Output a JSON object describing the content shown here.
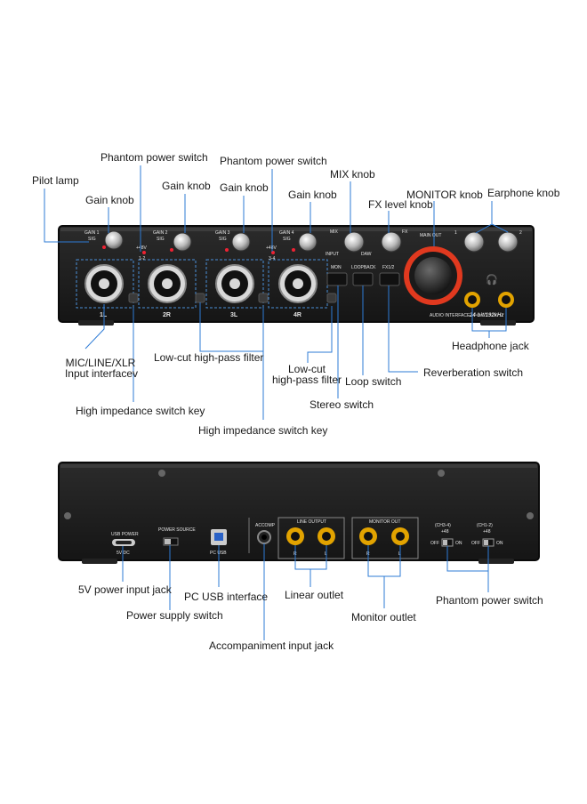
{
  "front_panel": {
    "callouts": {
      "pilot_lamp": "Pilot lamp",
      "gain_knob_1": "Gain knob",
      "phantom_power_switch_1": "Phantom power switch",
      "gain_knob_2": "Gain knob",
      "phantom_power_switch_2": "Phantom power switch",
      "gain_knob_3": "Gain knob",
      "gain_knob_4": "Gain knob",
      "mix_knob": "MIX knob",
      "fx_level_knob": "FX level knob",
      "monitor_knob": "MONITOR knob",
      "earphone_knob": "Earphone knob",
      "mic_line_xlr_line1": "MIC/LINE/XLR",
      "mic_line_xlr_line2": "Input interfacev",
      "high_impedance_switch_key_1": "High impedance switch key",
      "low_cut_filter_1": "Low-cut high-pass filter",
      "low_cut_filter_2_line1": "Low-cut",
      "low_cut_filter_2_line2": "high-pass filter",
      "loop_switch": "Loop switch",
      "reverberation_switch": "Reverberation switch",
      "stereo_switch": "Stereo switch",
      "high_impedance_switch_key_2": "High impedance switch key",
      "headphone_jack": "Headphone jack"
    },
    "panel_text": {
      "gain1": "GAIN 1",
      "gain2": "GAIN 2",
      "gain3": "GAIN 3",
      "gain4": "GAIN 4",
      "sig": "SIG",
      "plus48v": "+48V",
      "ch12": "1-2",
      "ch34": "3-4",
      "ch_1l": "1L",
      "ch_2r": "2R",
      "ch_3l": "3L",
      "ch_4r": "4R",
      "mix": "MIX",
      "input": "INPUT",
      "daw": "DAW",
      "fx": "FX",
      "mon": "MON",
      "loopback": "LOOPBACK",
      "fx12": "FX1/2",
      "main_out": "MAIN OUT",
      "hp1": "1",
      "hp2": "2",
      "audio_interface": "AUDIO INTERFACE",
      "spec": "24-bit/192kHz"
    }
  },
  "rear_panel": {
    "callouts": {
      "power_input_5v": "5V power input jack",
      "pc_usb_interface": "PC USB interface",
      "power_supply_switch": "Power supply switch",
      "linear_outlet": "Linear outlet",
      "monitor_outlet": "Monitor outlet",
      "phantom_power_switch": "Phantom power switch",
      "accompaniment_input_jack": "Accompaniment input jack"
    },
    "panel_text": {
      "usb_power": "USB POWER",
      "dc5v": "5V DC",
      "power_source": "POWER SOURCE",
      "pc_usb": "PC USB",
      "accomp": "ACCOMP",
      "line_output": "LINE OUTPUT",
      "monitor_out": "MONITOR OUT",
      "ch34": "(CH3-4)",
      "ch12": "(CH1-2)",
      "plus48": "+48",
      "off": "OFF",
      "on": "ON",
      "r": "R",
      "l": "L"
    }
  }
}
